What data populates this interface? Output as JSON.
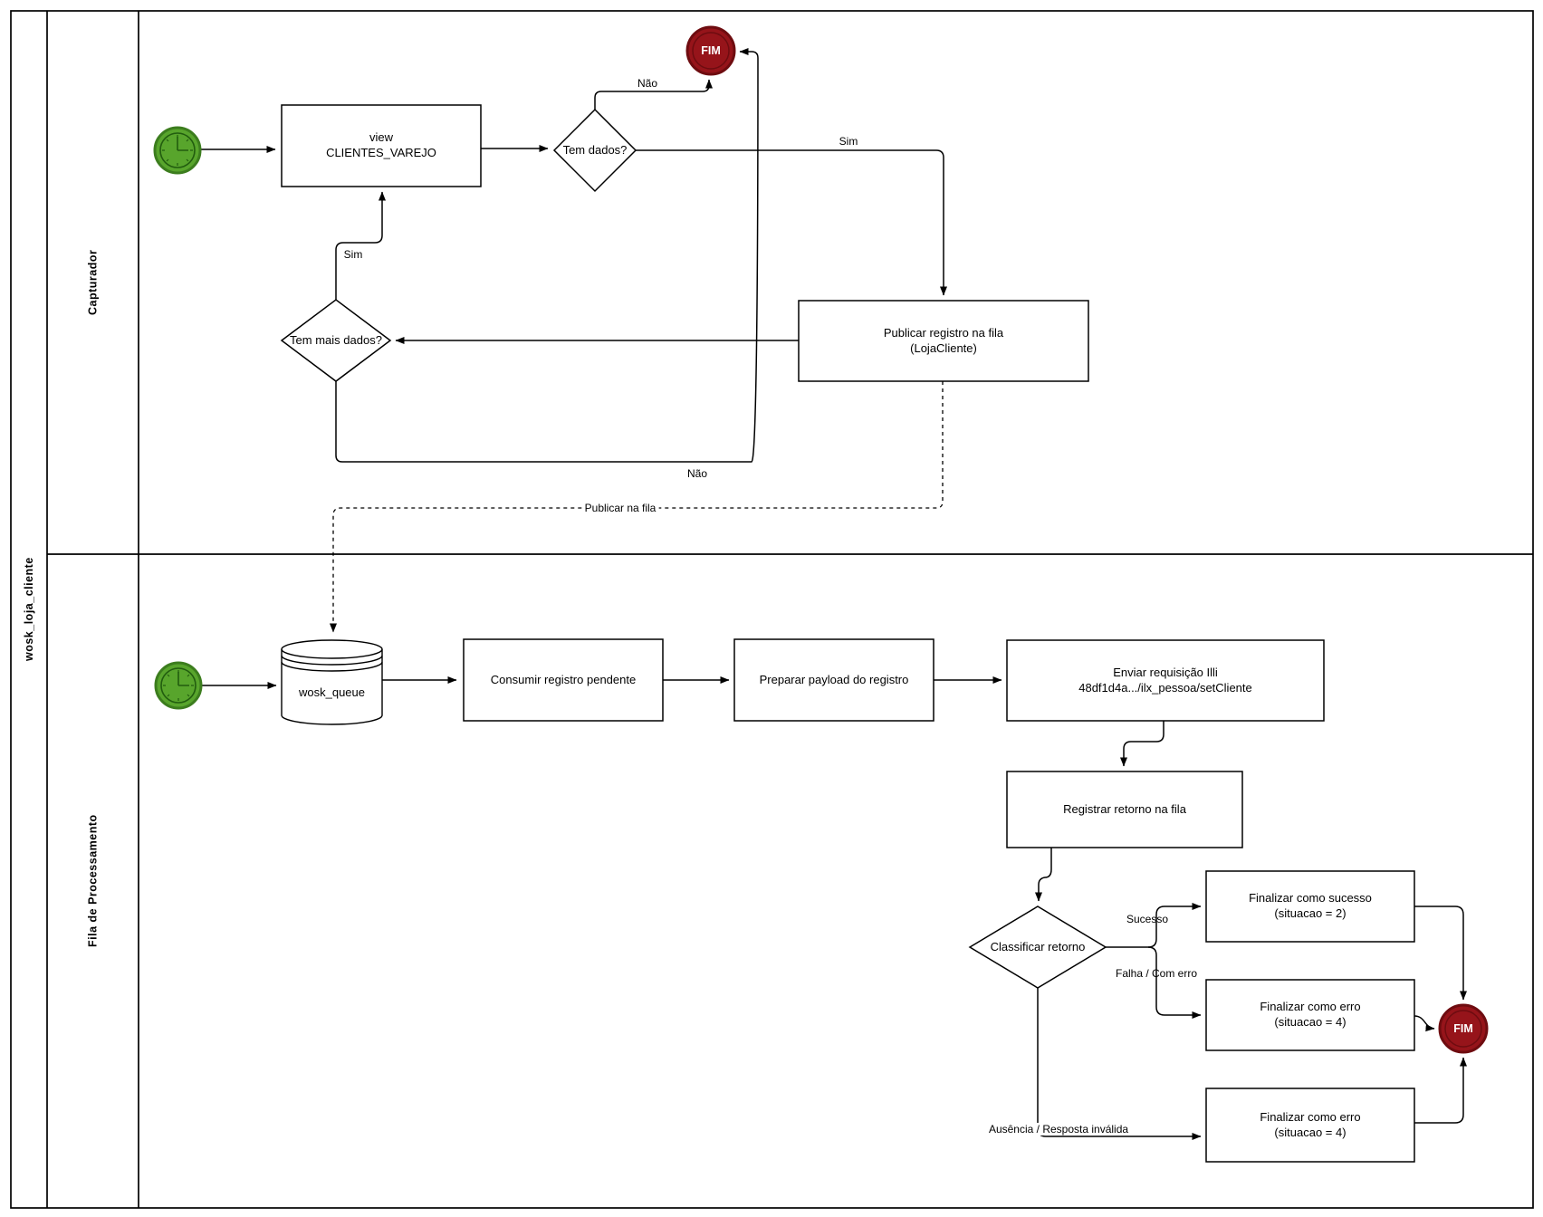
{
  "pool": {
    "title": "wosk_loja_cliente",
    "lanes": [
      {
        "label": "Capturador"
      },
      {
        "label": "Fila de Processamento"
      }
    ]
  },
  "capturador": {
    "view_task": "view\nCLIENTES_VAREJO",
    "tem_dados_gateway": "Tem dados?",
    "publicar_task": "Publicar registro na fila\n(LojaCliente)",
    "tem_mais_dados_gateway": "Tem mais dados?",
    "end_event_label": "FIM",
    "edge_labels": {
      "nao_top": "Não",
      "sim_right": "Sim",
      "sim_up": "Sim",
      "nao_bottom": "Não",
      "publicar_na_fila": "Publicar na fila"
    }
  },
  "fila_processamento": {
    "queue_store": "wosk_queue",
    "consumir_task": "Consumir registro pendente",
    "preparar_task": "Preparar payload do registro",
    "enviar_task": "Enviar requisição Illi\n48df1d4a.../ilx_pessoa/setCliente",
    "registrar_task": "Registrar retorno na fila",
    "classificar_gateway": "Classificar retorno",
    "finalizar_sucesso_task": "Finalizar como sucesso\n(situacao = 2)",
    "finalizar_erro_task": "Finalizar como erro\n(situacao = 4)",
    "finalizar_erro_task2": "Finalizar como erro\n(situacao = 4)",
    "end_event_label": "FIM",
    "edge_labels": {
      "sucesso": "Sucesso",
      "falha": "Falha / Com erro",
      "ausencia": "Ausência / Resposta inválida"
    }
  },
  "colors": {
    "timer_fill": "#58a52c",
    "timer_stroke": "#3c7d1e",
    "timer_hand": "#225d0f",
    "end_fill": "#96141a",
    "end_stroke": "#6e0c10",
    "line_color": "#000000",
    "shape_fill": "#ffffff"
  }
}
